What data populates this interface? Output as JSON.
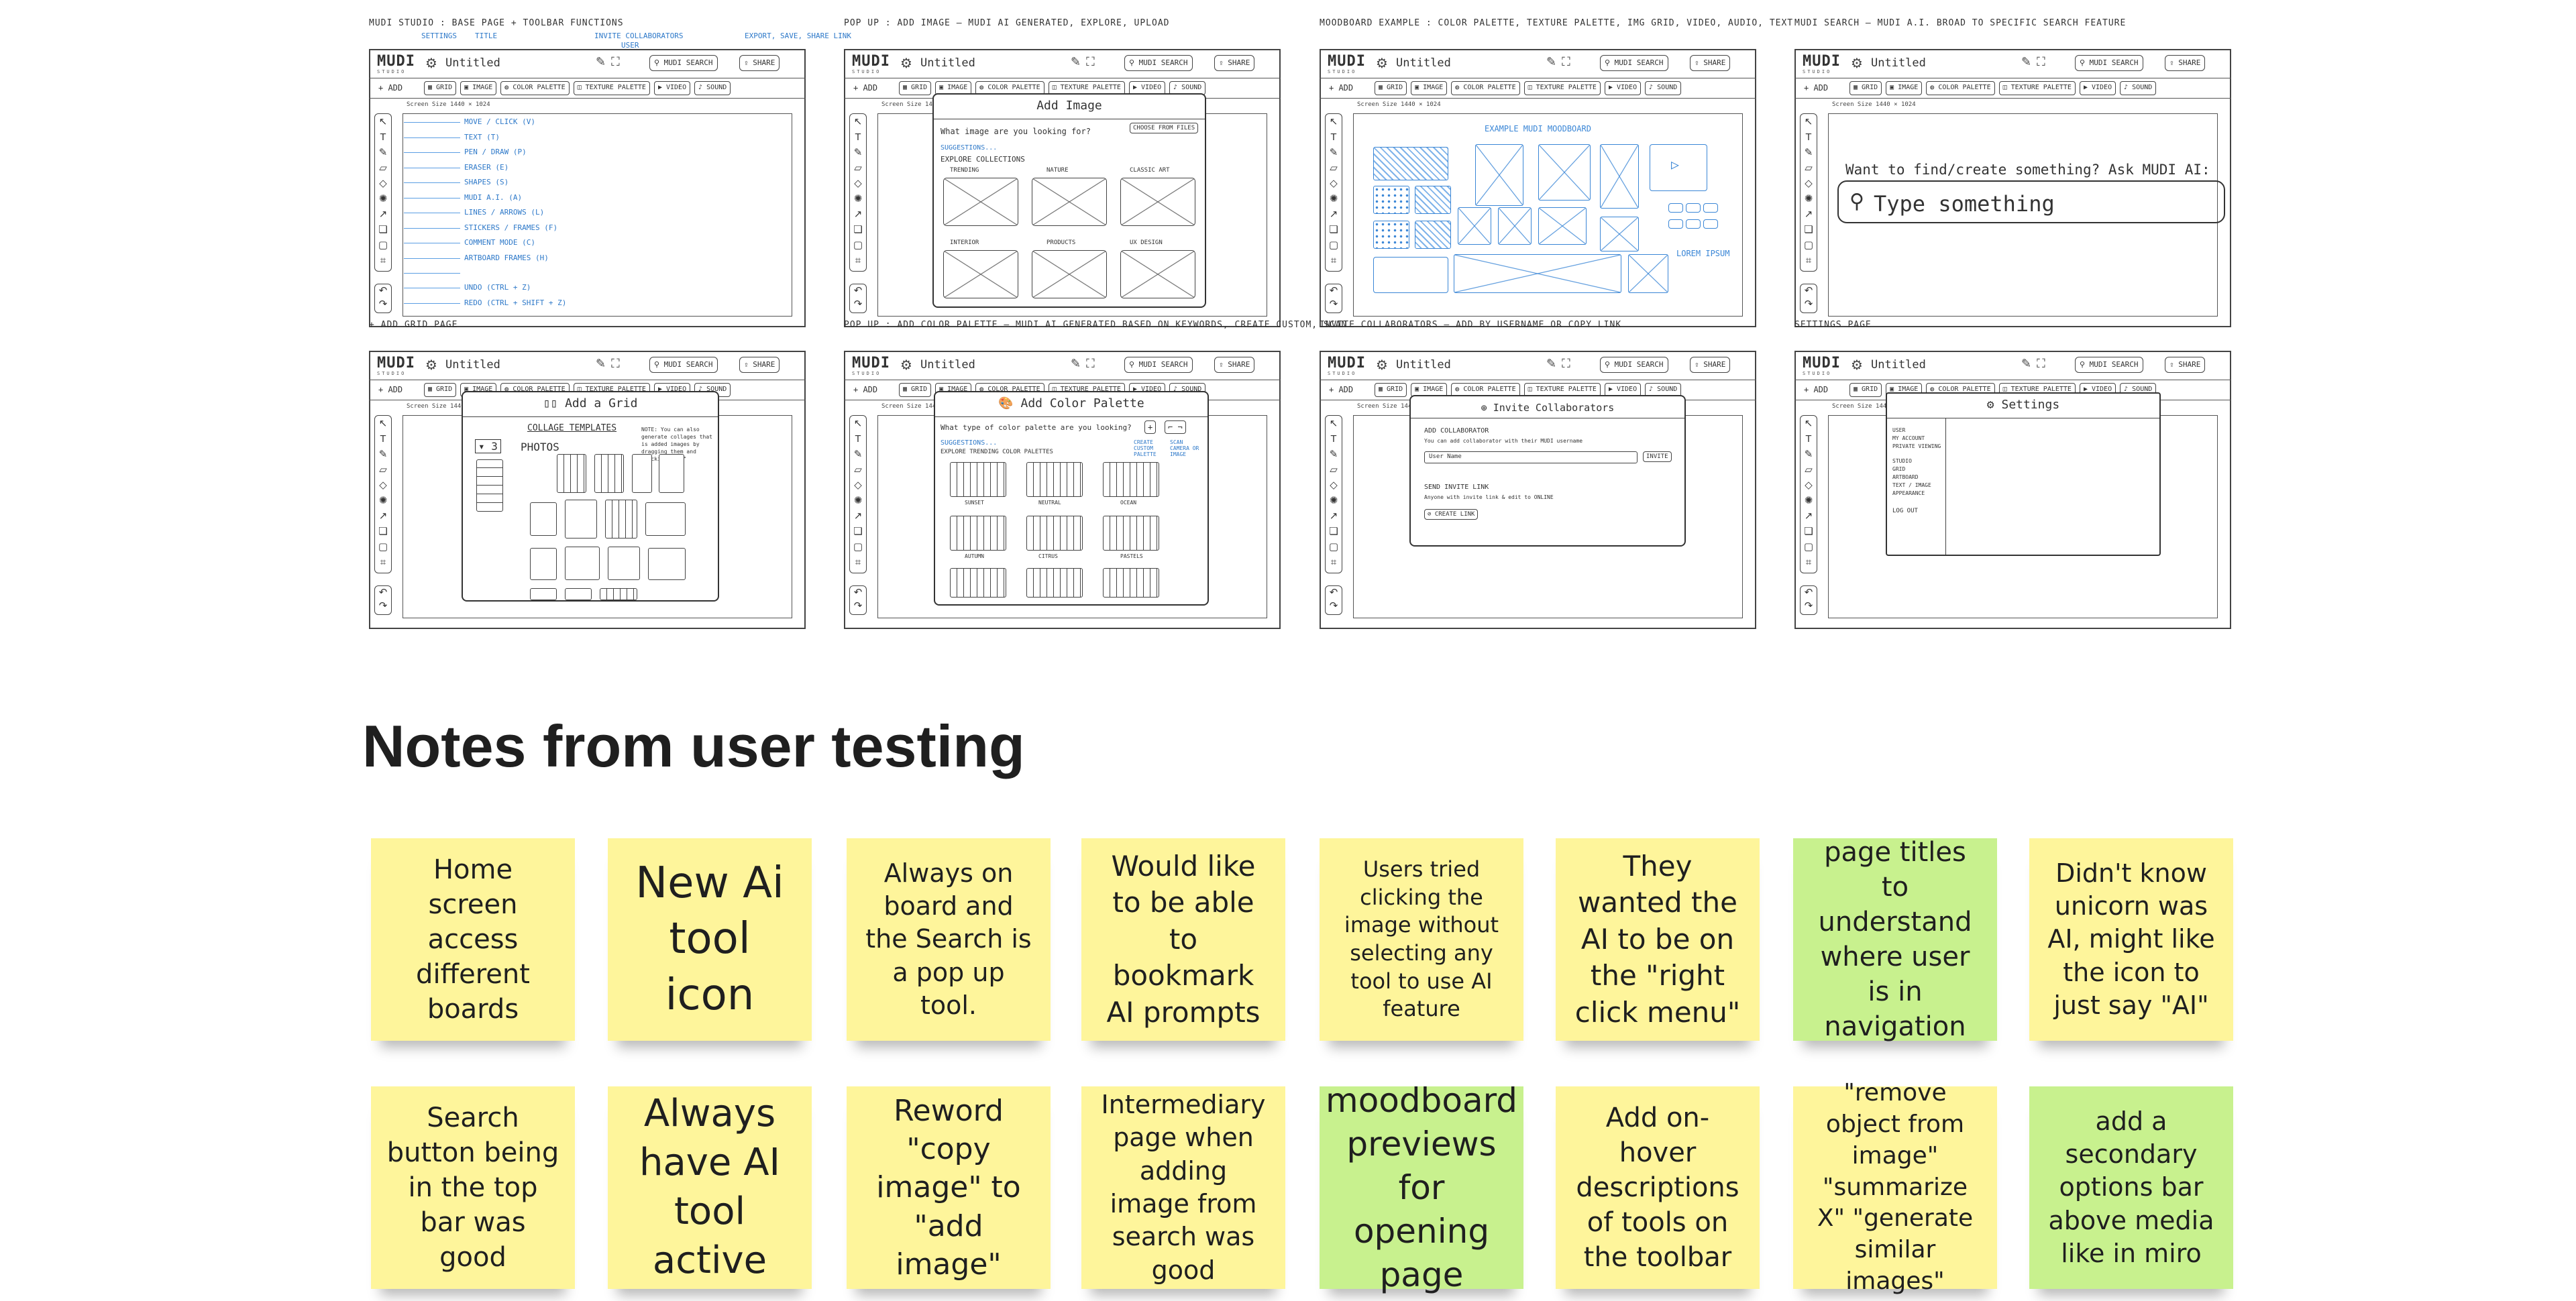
{
  "wireframe": {
    "logo": "MUDI",
    "logo_sub": "STUDIO",
    "doc_title": "Untitled",
    "search_btn": "⚲ MUDI SEARCH",
    "share_btn": "⇪ SHARE",
    "add_label": "+ ADD",
    "size_label": "Screen Size 1440 × 1024",
    "chips": [
      "▦ GRID",
      "▣ IMAGE",
      "◍ COLOR PALETTE",
      "◫ TEXTURE PALETTE",
      "▶ VIDEO",
      "♪ SOUND"
    ]
  },
  "sketches": {
    "base": {
      "caption": "MUDI STUDIO : BASE PAGE + TOOLBAR FUNCTIONS",
      "sub_labels": [
        "SETTINGS",
        "TITLE",
        "INVITE COLLABORATORS",
        "USER",
        "EXPORT, SAVE, SHARE LINK"
      ],
      "legend": [
        "MOVE / CLICK (V)",
        "TEXT (T)",
        "PEN / DRAW (P)",
        "ERASER (E)",
        "SHAPES (S)",
        "MUDI A.I. (A)",
        "LINES / ARROWS (L)",
        "STICKERS / FRAMES (F)",
        "COMMENT MODE (C)",
        "ARTBOARD FRAMES (H)",
        "UNDO (CTRL + Z)",
        "REDO (CTRL + SHIFT + Z)"
      ]
    },
    "add_image": {
      "caption": "POP UP : ADD IMAGE — MUDI AI GENERATED, EXPLORE, UPLOAD",
      "title": "Add Image",
      "prompt": "What image are you looking for?",
      "upload": "CHOOSE FROM FILES",
      "suggest": "SUGGESTIONS...",
      "section": "EXPLORE COLLECTIONS",
      "labels": [
        "TRENDING",
        "NATURE",
        "CLASSIC ART",
        "INTERIOR",
        "PRODUCTS",
        "UX DESIGN"
      ]
    },
    "moodboard": {
      "caption": "MOODBOARD EXAMPLE : COLOR PALETTE, TEXTURE PALETTE, IMG GRID, VIDEO, AUDIO, TEXT",
      "example": "EXAMPLE MUDI MOODBOARD",
      "lorem": "LOREM IPSUM"
    },
    "search": {
      "caption": "MUDI SEARCH — MUDI A.I. BROAD TO SPECIFIC SEARCH FEATURE",
      "prompt": "Want to find/create something? Ask MUDI AI:",
      "placeholder": "Type something"
    },
    "grid": {
      "caption": "+ ADD GRID PAGE",
      "title": "Add a Grid",
      "templates": "COLLAGE TEMPLATES",
      "count": "▾ 3",
      "photos": "PHOTOS",
      "note": "NOTE: You can also generate collages that is added images by dragging them and clicking \"ADD\""
    },
    "palette": {
      "caption": "POP UP : ADD COLOR PALETTE — MUDI AI GENERATED BASED ON KEYWORDS, CREATE CUSTOM, SCAN",
      "title": "Add Color Palette",
      "prompt": "What type of color palette are you looking?",
      "suggest": "SUGGESTIONS...",
      "section": "EXPLORE TRENDING COLOR PALETTES",
      "custom": "CREATE CUSTOM PALETTE",
      "scan": "SCAN CAMERA OR IMAGE",
      "labels": [
        "SUNSET",
        "NEUTRAL",
        "OCEAN",
        "AUTUMN",
        "CITRUS",
        "PASTELS"
      ]
    },
    "invite": {
      "caption": "INVITE COLLABORATORS — ADD BY USERNAME OR COPY LINK",
      "title": "Invite Collaborators",
      "add_heading": "ADD COLLABORATOR",
      "add_sub": "You can add collaborator with their MUDI username",
      "user_placeholder": "User Name",
      "invite_btn": "INVITE",
      "link_heading": "SEND INVITE LINK",
      "link_sub": "Anyone with invite link & edit to ONLINE",
      "copy_btn": "CREATE LINK"
    },
    "settings": {
      "caption": "SETTINGS PAGE",
      "title": "Settings",
      "menu": [
        "USER",
        "MY ACCOUNT",
        "PRIVATE VIEWING",
        "STUDIO",
        "GRID",
        "ARTBOARD",
        "TEXT / IMAGE",
        "APPEARANCE",
        "LOG OUT"
      ]
    }
  },
  "notes": {
    "title": "Notes from user testing",
    "colors": {
      "yellow": "#fef59b",
      "green": "#c8f18e"
    },
    "row1": [
      {
        "text": "Home screen access different boards",
        "color": "yellow"
      },
      {
        "text": "New Ai tool icon",
        "color": "yellow"
      },
      {
        "text": "Always on board and the Search is a pop up tool.",
        "color": "yellow"
      },
      {
        "text": "Would like to be able to bookmark AI prompts",
        "color": "yellow"
      },
      {
        "text": "Users tried clicking the image without selecting any tool to use AI feature",
        "color": "yellow"
      },
      {
        "text": "They wanted the AI to be on the \"right click menu\"",
        "color": "yellow"
      },
      {
        "text": "page titles to understand where user is in navigation",
        "color": "green"
      },
      {
        "text": "Didn't know unicorn was AI, might like the icon to just say \"AI\"",
        "color": "yellow"
      }
    ],
    "row2": [
      {
        "text": "Search button being in the top bar was good",
        "color": "yellow"
      },
      {
        "text": "Always have AI tool active",
        "color": "yellow"
      },
      {
        "text": "Reword \"copy image\" to \"add image\"",
        "color": "yellow"
      },
      {
        "text": "Intermediary page when adding image from search was good",
        "color": "yellow"
      },
      {
        "text": "moodboard previews for opening page",
        "color": "green"
      },
      {
        "text": "Add on-hover descriptions of tools on the toolbar",
        "color": "yellow"
      },
      {
        "text": "\"remove object from image\" \"summarize X\" \"generate similar images\"",
        "color": "yellow"
      },
      {
        "text": "add a secondary options bar above media like in miro",
        "color": "green"
      }
    ]
  }
}
